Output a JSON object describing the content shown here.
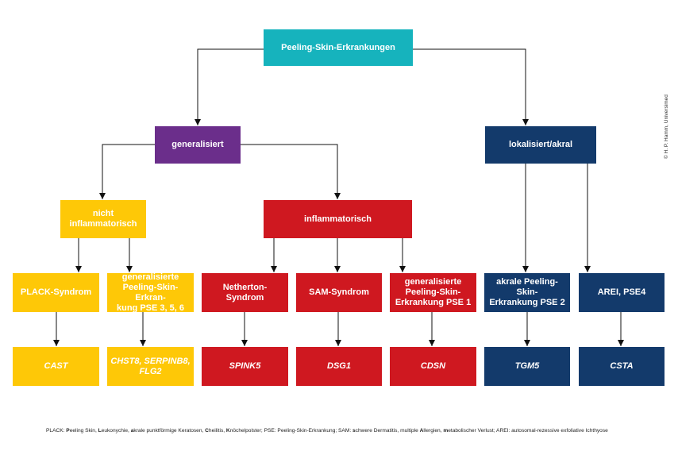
{
  "nodes": {
    "root": "Peeling-Skin-Erkrankungen",
    "generalisiert": "generalisiert",
    "lokalisiert": "lokalisiert/akral",
    "nicht_inflammatorisch": "nicht\ninflammatorisch",
    "inflammatorisch": "inflammatorisch",
    "plack": "PLACK-Syndrom",
    "gen_pse356": "generalisierte\nPeeling-Skin-Erkran-\nkung PSE 3, 5, 6",
    "netherton": "Netherton-Syndrom",
    "sam": "SAM-Syndrom",
    "gen_pse1": "generalisierte\nPeeling-Skin-\nErkrankung PSE 1",
    "akrale_pse2": "akrale Peeling-Skin-\nErkrankung PSE 2",
    "arei": "AREI, PSE4",
    "cast": "CAST",
    "chst8": "CHST8, SERPINB8,\nFLG2",
    "spink5": "SPINK5",
    "dsg1": "DSG1",
    "cdsn": "CDSN",
    "tgm5": "TGM5",
    "csta": "CSTA"
  },
  "footnote": {
    "parts": [
      {
        "t": "PLACK: ",
        "b": false
      },
      {
        "t": "P",
        "b": true
      },
      {
        "t": "eeling Skin, ",
        "b": false
      },
      {
        "t": "L",
        "b": true
      },
      {
        "t": "eukonychie, ",
        "b": false
      },
      {
        "t": "a",
        "b": true
      },
      {
        "t": "krale punktförmige Keratosen, ",
        "b": false
      },
      {
        "t": "C",
        "b": true
      },
      {
        "t": "heilitis, ",
        "b": false
      },
      {
        "t": "K",
        "b": true
      },
      {
        "t": "nöchelpolster; PSE: Peeling-Skin-Erkrankung; SAM: ",
        "b": false
      },
      {
        "t": "s",
        "b": true
      },
      {
        "t": "chwere Dermatitis, multiple ",
        "b": false
      },
      {
        "t": "A",
        "b": true
      },
      {
        "t": "llergien, ",
        "b": false
      },
      {
        "t": "m",
        "b": true
      },
      {
        "t": "etabolischer Verlust; AREI: autosomal-rezessive exfoliative Ichthyose",
        "b": false
      }
    ]
  },
  "copyright": "© H. P. Hamm, Universimed",
  "colors": {
    "teal": "#16b3bd",
    "purple": "#6b2e8b",
    "navy": "#133a6b",
    "yellow": "#fec807",
    "red": "#cf1820"
  }
}
